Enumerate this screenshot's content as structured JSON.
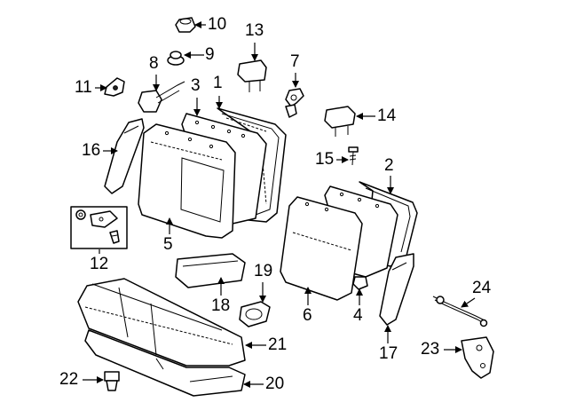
{
  "diagram": {
    "callouts": [
      {
        "id": "1",
        "text": "1"
      },
      {
        "id": "2",
        "text": "2"
      },
      {
        "id": "3",
        "text": "3"
      },
      {
        "id": "4",
        "text": "4"
      },
      {
        "id": "5",
        "text": "5"
      },
      {
        "id": "6",
        "text": "6"
      },
      {
        "id": "7",
        "text": "7"
      },
      {
        "id": "8",
        "text": "8"
      },
      {
        "id": "9",
        "text": "9"
      },
      {
        "id": "10",
        "text": "10"
      },
      {
        "id": "11",
        "text": "11"
      },
      {
        "id": "12",
        "text": "12"
      },
      {
        "id": "13",
        "text": "13"
      },
      {
        "id": "14",
        "text": "14"
      },
      {
        "id": "15",
        "text": "15"
      },
      {
        "id": "16",
        "text": "16"
      },
      {
        "id": "17",
        "text": "17"
      },
      {
        "id": "18",
        "text": "18"
      },
      {
        "id": "19",
        "text": "19"
      },
      {
        "id": "20",
        "text": "20"
      },
      {
        "id": "21",
        "text": "21"
      },
      {
        "id": "22",
        "text": "22"
      },
      {
        "id": "23",
        "text": "23"
      },
      {
        "id": "24",
        "text": "24"
      }
    ]
  }
}
